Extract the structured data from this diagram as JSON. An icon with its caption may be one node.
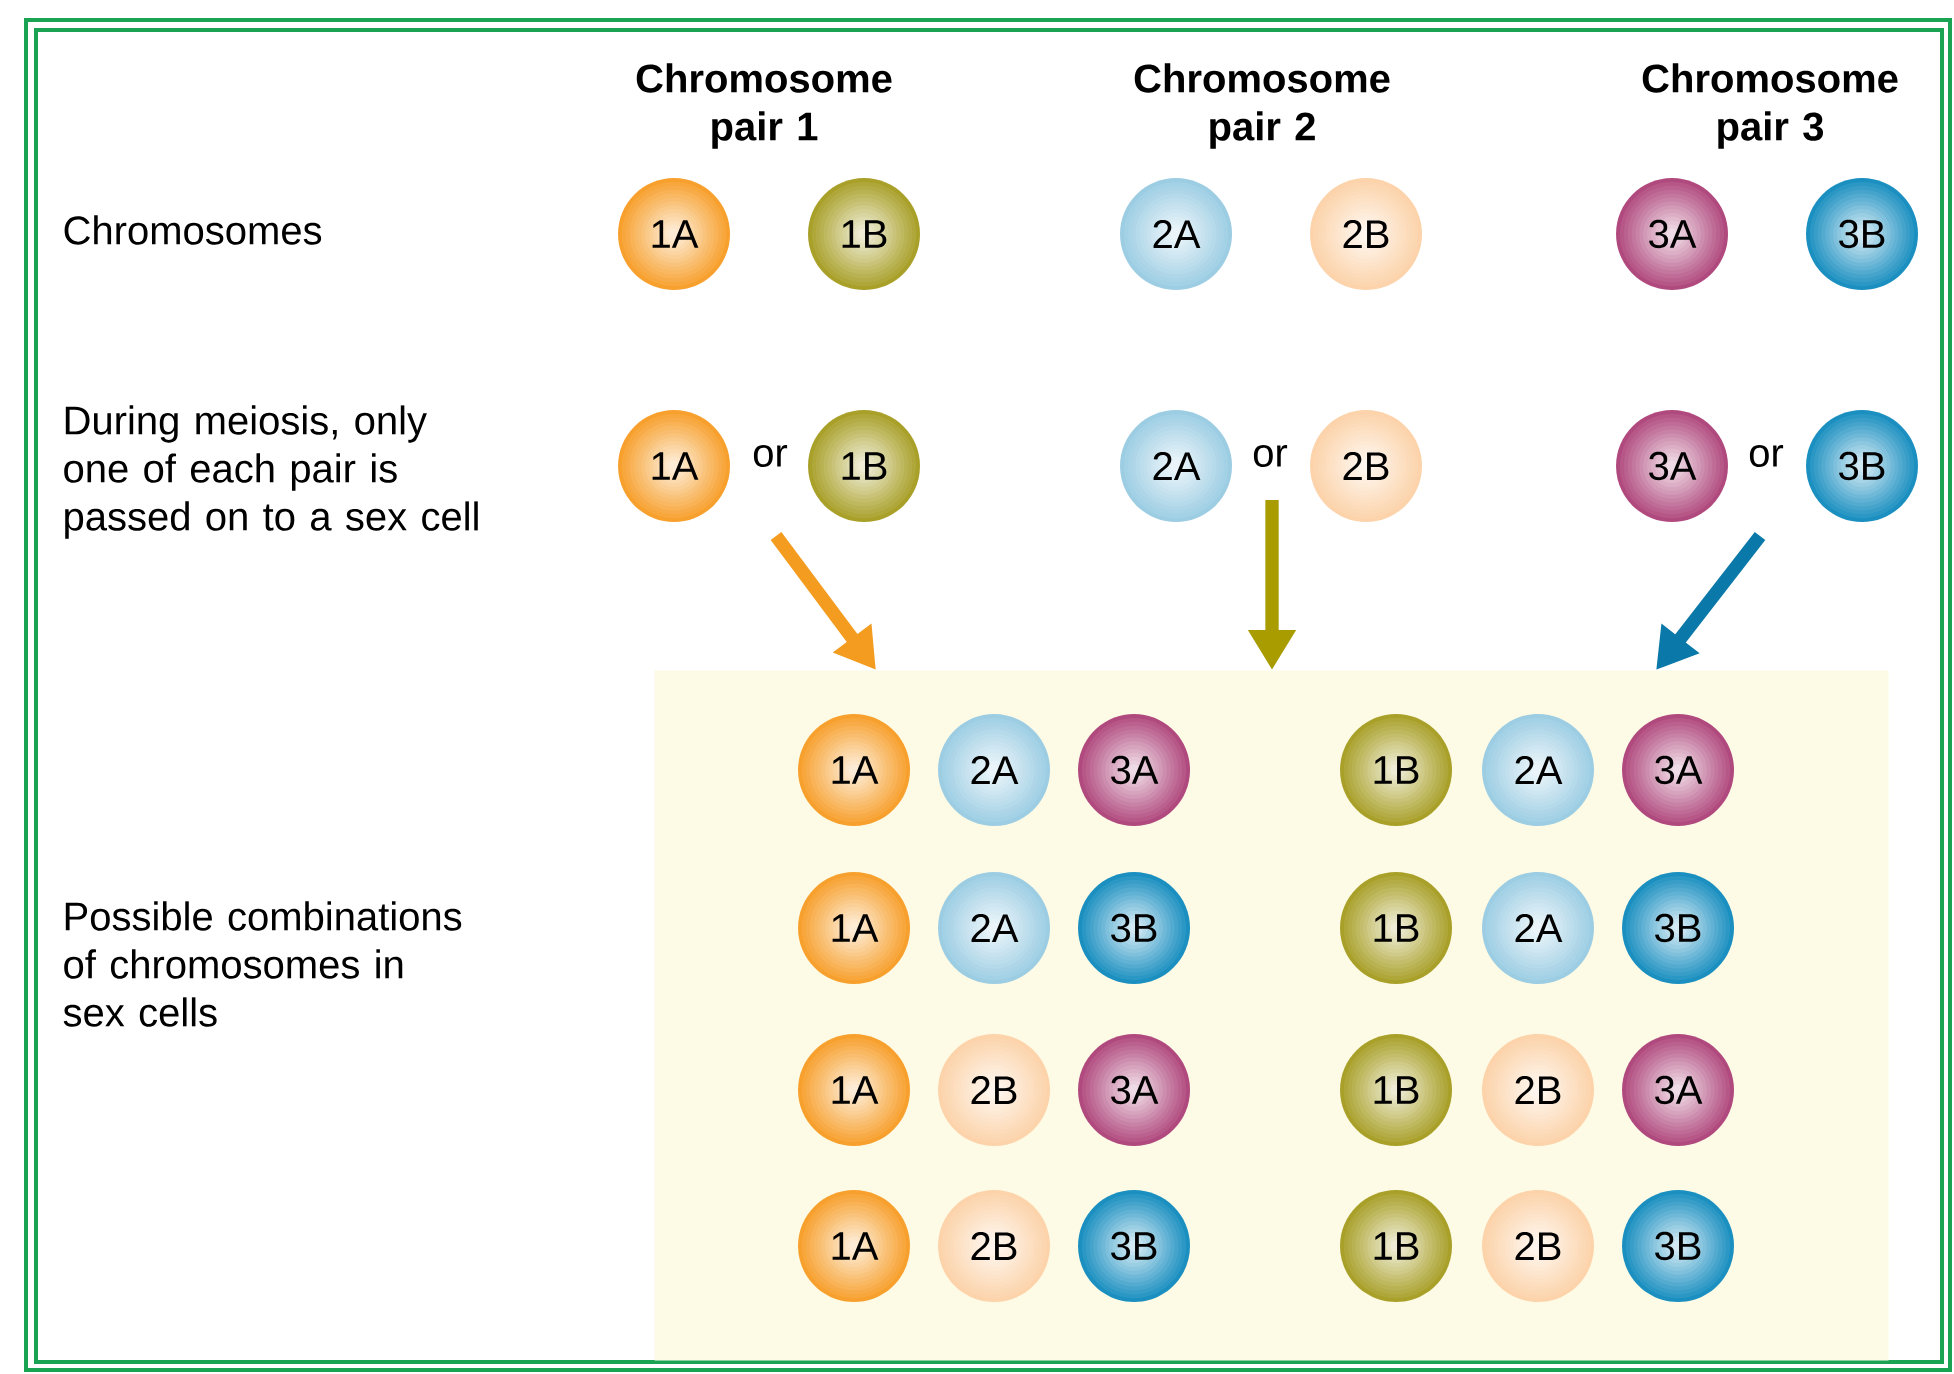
{
  "diagram": {
    "nodes": [
      {
        "text": [
          "1A"
        ]
      },
      {
        "text": [
          "1B"
        ]
      },
      {
        "text": [
          "2A"
        ]
      },
      {
        "text": [
          "2B"
        ]
      },
      {
        "text": [
          "3A"
        ]
      },
      {
        "text": [
          "3B"
        ]
      },
      {
        "text": [
          "1A"
        ]
      },
      {
        "text": [
          "1B"
        ]
      },
      {
        "text": [
          "2A"
        ]
      },
      {
        "text": [
          "2B"
        ]
      },
      {
        "text": [
          "3A"
        ]
      },
      {
        "text": [
          "3B"
        ]
      },
      {
        "text": [],
        "shape": "box"
      },
      {
        "text": [
          "1A"
        ],
        "in": 12
      },
      {
        "text": [
          "2A"
        ],
        "in": 12
      },
      {
        "text": [
          "3A"
        ],
        "in": 12
      },
      {
        "text": [
          "1B"
        ],
        "in": 12
      },
      {
        "text": [
          "2A"
        ],
        "in": 12
      },
      {
        "text": [
          "3A"
        ],
        "in": 12
      },
      {
        "text": [
          "1A"
        ],
        "in": 12
      },
      {
        "text": [
          "2A"
        ],
        "in": 12
      },
      {
        "text": [
          "3B"
        ],
        "in": 12
      },
      {
        "text": [
          "1B"
        ],
        "in": 12
      },
      {
        "text": [
          "2A"
        ],
        "in": 12
      },
      {
        "text": [
          "3B"
        ],
        "in": 12
      },
      {
        "text": [
          "1A"
        ],
        "in": 12
      },
      {
        "text": [
          "2B"
        ],
        "in": 12
      },
      {
        "text": [
          "3A"
        ],
        "in": 12
      },
      {
        "text": [
          "1B"
        ],
        "in": 12
      },
      {
        "text": [
          "2B"
        ],
        "in": 12
      },
      {
        "text": [
          "3A"
        ],
        "in": 12
      },
      {
        "text": [
          "1A"
        ],
        "in": 12
      },
      {
        "text": [
          "2B"
        ],
        "in": 12
      },
      {
        "text": [
          "3B"
        ],
        "in": 12
      },
      {
        "text": [
          "1B"
        ],
        "in": 12
      },
      {
        "text": [
          "2B"
        ],
        "in": 12
      },
      {
        "text": [
          "3B"
        ],
        "in": 12
      }
    ],
    "edges": [
      {
        "from": null,
        "to": 12,
        "arrow": "to",
        "color": "#f39c1f"
      },
      {
        "from": null,
        "to": 12,
        "arrow": "to",
        "color": "#a89c00"
      },
      {
        "from": null,
        "to": 12,
        "arrow": "to",
        "color": "#0a78a8"
      }
    ],
    "labels": [
      "Chromosome pair 1",
      "Chromosome pair 2",
      "Chromosome pair 3",
      "Chromosomes",
      "During meiosis, only one of each pair is passed on to a sex cell",
      "or",
      "or",
      "or",
      "Possible combinations of chromosomes in sex cells"
    ]
  }
}
